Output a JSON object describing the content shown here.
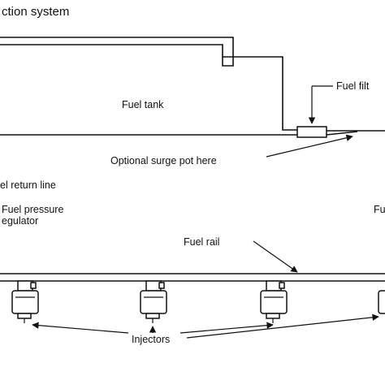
{
  "diagram": {
    "title": "ction system",
    "labels": {
      "fuel_tank": "Fuel tank",
      "fuel_filter": "Fuel filt",
      "surge_pot": "Optional surge pot here",
      "return_line": "el return line",
      "pressure_regulator_line1": "Fuel pressure",
      "pressure_regulator_line2": "egulator",
      "fuel_rail": "Fuel rail",
      "fuel_pump_partial": "Fu",
      "injectors": "Injectors"
    }
  }
}
